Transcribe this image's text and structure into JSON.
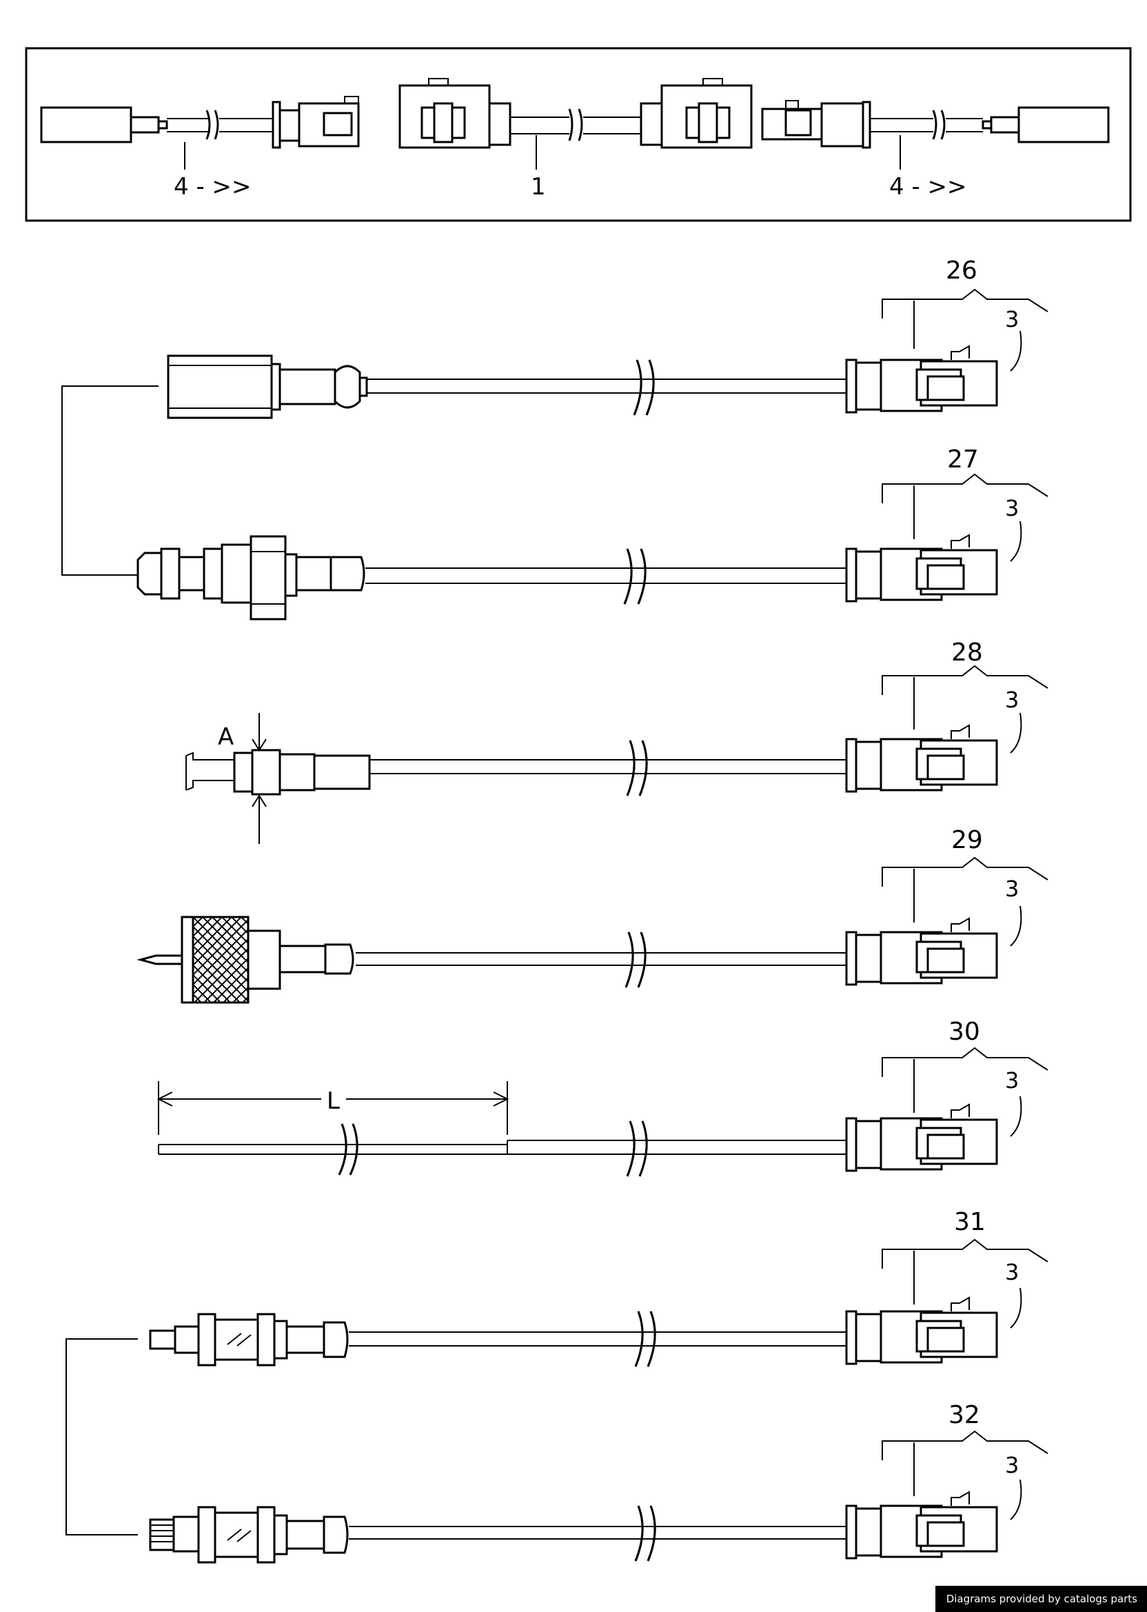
{
  "overview": {
    "label_left": "4 - >>",
    "label_center": "1",
    "label_right": "4 - >>"
  },
  "cables": [
    {
      "item": "26",
      "connector": "3"
    },
    {
      "item": "27",
      "connector": "3"
    },
    {
      "item": "28",
      "connector": "3"
    },
    {
      "item": "29",
      "connector": "3"
    },
    {
      "item": "30",
      "connector": "3"
    },
    {
      "item": "31",
      "connector": "3"
    },
    {
      "item": "32",
      "connector": "3"
    }
  ],
  "callouts": {
    "dimension_a": "A",
    "dimension_l": "L"
  },
  "credit": "Diagrams provided by catalogs parts"
}
